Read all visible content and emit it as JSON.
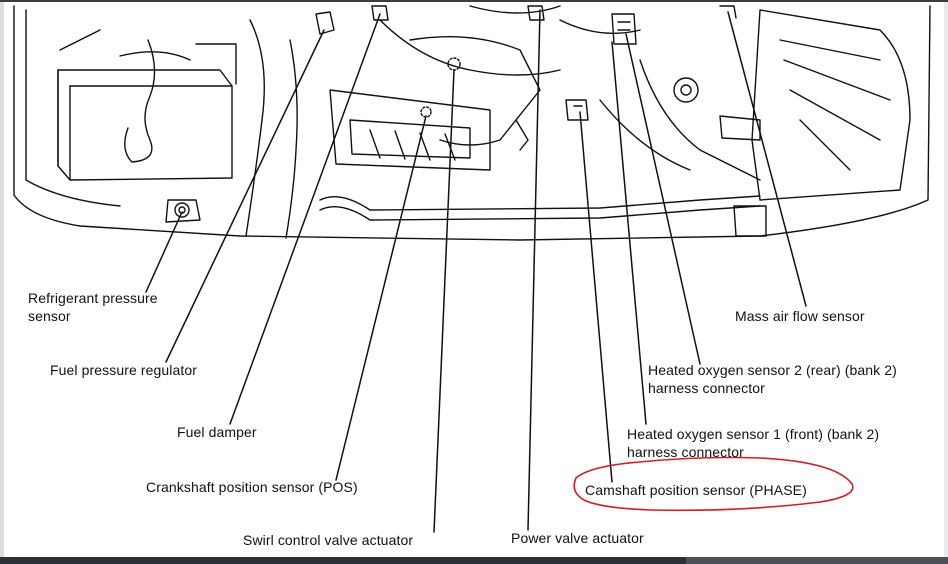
{
  "labels": {
    "refrigerant_line1": "Refrigerant pressure",
    "refrigerant_line2": "sensor",
    "fuel_pressure_regulator": "Fuel pressure regulator",
    "fuel_damper": "Fuel damper",
    "crankshaft_sensor": "Crankshaft position sensor (POS)",
    "swirl_actuator": "Swirl control valve actuator",
    "power_valve": "Power valve actuator",
    "mass_air_flow": "Mass air flow sensor",
    "ho2s2_line1": "Heated oxygen sensor 2 (rear) (bank 2)",
    "ho2s2_line2": "harness connector",
    "ho2s1_line1": "Heated oxygen sensor 1 (front) (bank 2)",
    "ho2s1_line2": "harness connector",
    "camshaft_sensor": "Camshaft position sensor (PHASE)"
  },
  "colors": {
    "line": "#111111",
    "highlight": "#d21e26"
  }
}
